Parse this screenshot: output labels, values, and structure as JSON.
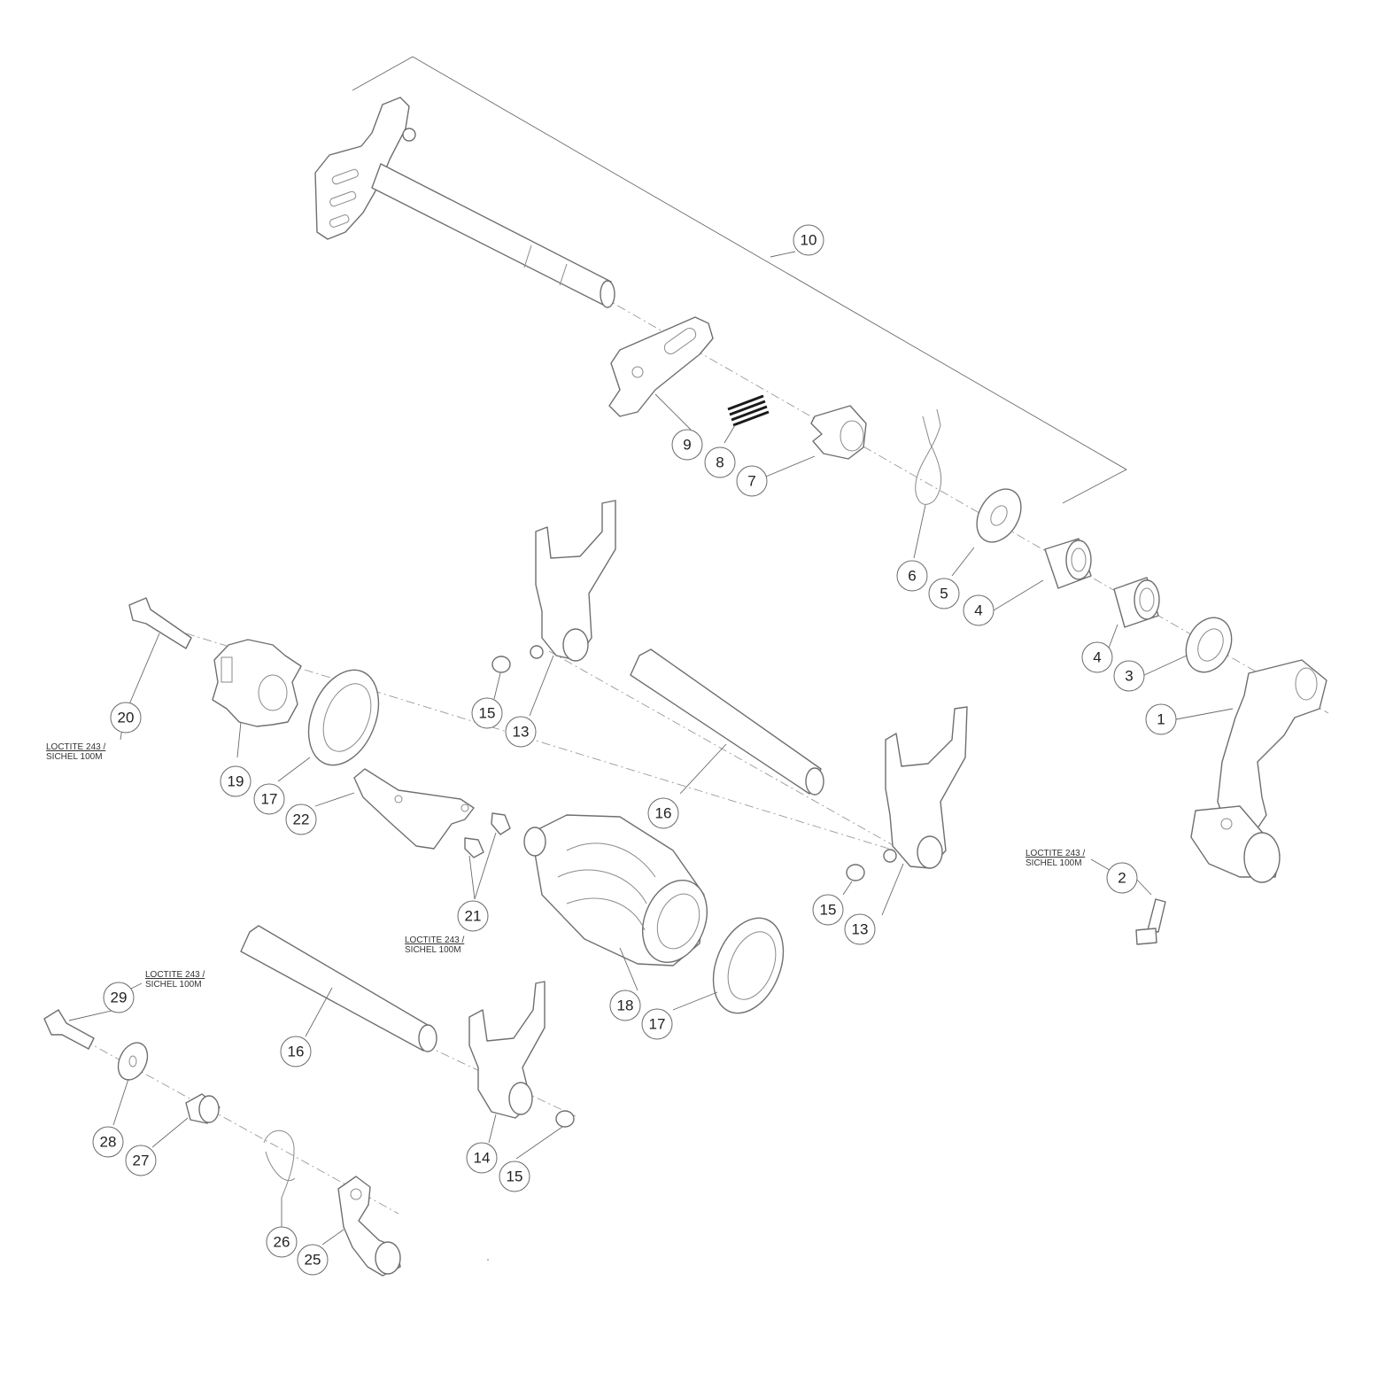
{
  "callouts": [
    {
      "id": "c1",
      "label": "1"
    },
    {
      "id": "c2",
      "label": "2"
    },
    {
      "id": "c3",
      "label": "3"
    },
    {
      "id": "c4a",
      "label": "4"
    },
    {
      "id": "c4b",
      "label": "4"
    },
    {
      "id": "c5",
      "label": "5"
    },
    {
      "id": "c6",
      "label": "6"
    },
    {
      "id": "c7",
      "label": "7"
    },
    {
      "id": "c8",
      "label": "8"
    },
    {
      "id": "c9",
      "label": "9"
    },
    {
      "id": "c10",
      "label": "10"
    },
    {
      "id": "c13a",
      "label": "13"
    },
    {
      "id": "c13b",
      "label": "13"
    },
    {
      "id": "c14",
      "label": "14"
    },
    {
      "id": "c15a",
      "label": "15"
    },
    {
      "id": "c15b",
      "label": "15"
    },
    {
      "id": "c15c",
      "label": "15"
    },
    {
      "id": "c16a",
      "label": "16"
    },
    {
      "id": "c16b",
      "label": "16"
    },
    {
      "id": "c17a",
      "label": "17"
    },
    {
      "id": "c17b",
      "label": "17"
    },
    {
      "id": "c18",
      "label": "18"
    },
    {
      "id": "c19",
      "label": "19"
    },
    {
      "id": "c20",
      "label": "20"
    },
    {
      "id": "c21",
      "label": "21"
    },
    {
      "id": "c22",
      "label": "22"
    },
    {
      "id": "c25",
      "label": "25"
    },
    {
      "id": "c26",
      "label": "26"
    },
    {
      "id": "c27",
      "label": "27"
    },
    {
      "id": "c28",
      "label": "28"
    },
    {
      "id": "c29",
      "label": "29"
    }
  ],
  "notes": [
    {
      "id": "n20",
      "line1": "LOCTITE 243 /",
      "line2": "SICHEL 100M"
    },
    {
      "id": "n21",
      "line1": "LOCTITE 243 /",
      "line2": "SICHEL 100M"
    },
    {
      "id": "n2",
      "line1": "LOCTITE 243 /",
      "line2": "SICHEL 100M"
    },
    {
      "id": "n29",
      "line1": "LOCTITE 243 /",
      "line2": "SICHEL 100M"
    }
  ]
}
